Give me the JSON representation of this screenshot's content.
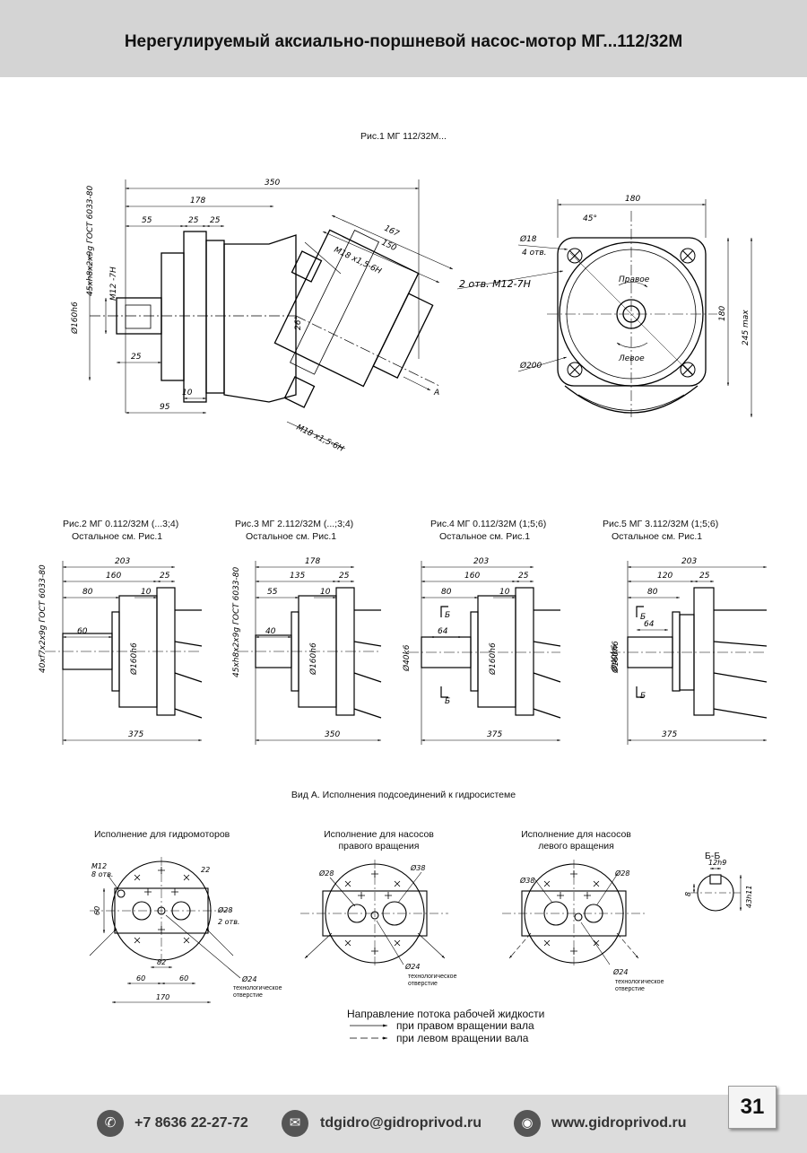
{
  "header": {
    "title": "Нерегулируемый аксиально-поршневой насос-мотор МГ...112/32М"
  },
  "fig1": {
    "caption": "Рис.1 МГ 112/32М...",
    "dims": {
      "d350": "350",
      "d178": "178",
      "d55": "55",
      "d25a": "25",
      "d25b": "25",
      "d167": "167",
      "d150": "150",
      "m18a": "M18 x1,5-6H",
      "m18b": "M18 x1,5-6H",
      "spline": "45xh8x2x9g ГОСТ 6033-80",
      "m12": "M12 -7H",
      "d160": "Ø160h6",
      "d25c": "25",
      "d10": "10",
      "d95": "95",
      "angle": "26°",
      "viewA": "A"
    }
  },
  "front": {
    "d180top": "180",
    "angle45": "45°",
    "d18": "Ø18",
    "holes4": "4 отв.",
    "m12": "2 отв. M12-7H",
    "right": "Правое",
    "left": "Левое",
    "d200": "Ø200",
    "d180side": "180",
    "d245": "245 max"
  },
  "variants": [
    {
      "title": "Рис.2  МГ 0.112/32М (...3;4)",
      "sub": "Остальное см. Рис.1",
      "total": "203",
      "d1": "160",
      "d2": "25",
      "d3": "80",
      "d4": "10",
      "d5": "60",
      "bottom": "375",
      "shaft": "40xf7x2x9g ГОСТ 6033-80",
      "flange": "Ø160h6"
    },
    {
      "title": "Рис.3  МГ 2.112/32М (...;3;4)",
      "sub": "Остальное см. Рис.1",
      "total": "178",
      "d1": "135",
      "d2": "25",
      "d3": "55",
      "d4": "10",
      "d5": "40",
      "bottom": "350",
      "shaft": "45xh8x2x9g ГОСТ 6033-80",
      "flange": "Ø160h6"
    },
    {
      "title": "Рис.4  МГ 0.112/32М (1;5;6)",
      "sub": "Остальное см. Рис.1",
      "total": "203",
      "d1": "160",
      "d2": "25",
      "d3": "80",
      "d4": "10",
      "d5": "64",
      "bottom": "375",
      "shaft": "Ø40k6",
      "flange": "Ø160h6",
      "section": "Б"
    },
    {
      "title": "Рис.5  МГ 3.112/32М (1;5;6)",
      "sub": "Остальное см. Рис.1",
      "total": "203",
      "d1": "120",
      "d2": "25",
      "d3": "80",
      "d4": "",
      "d5": "64",
      "bottom": "375",
      "shaft": "Ø40k6",
      "flange": "Ø160h6",
      "section": "Б"
    }
  ],
  "viewA": {
    "title": "Вид А. Исполнения подсоединений к гидросистеме",
    "c1": {
      "title": "Исполнение для гидромоторов",
      "m12": "M12",
      "holes8": "8 отв.",
      "d22": "22",
      "d60": "60",
      "d28": "Ø28",
      "holes2": "2 отв.",
      "d82": "82",
      "d60a": "60",
      "d60b": "60",
      "d170": "170",
      "d24": "Ø24",
      "tech": "технологическое\nотверстие"
    },
    "c2": {
      "title": "Исполнение для насосов\nправого вращения",
      "d28": "Ø28",
      "d38": "Ø38",
      "d24": "Ø24",
      "tech": "технологическое\nотверстие"
    },
    "c3": {
      "title": "Исполнение для насосов\nлевого вращения",
      "d38": "Ø38",
      "d28": "Ø28",
      "d24": "Ø24",
      "tech": "технологическое\nотверстие"
    },
    "section": {
      "title": "Б-Б",
      "d12": "12h9",
      "d8": "8",
      "d43": "43h11"
    }
  },
  "flow": {
    "title": "Направление потока рабочей жидкости",
    "right": "при правом вращении вала",
    "left": "при левом вращении вала"
  },
  "footer": {
    "phone": "+7 8636 22-27-72",
    "email": "tdgidro@gidroprivod.ru",
    "web": "www.gidroprivod.ru",
    "page": "31",
    "icons": [
      "phone-icon",
      "mail-icon",
      "globe-icon"
    ]
  }
}
